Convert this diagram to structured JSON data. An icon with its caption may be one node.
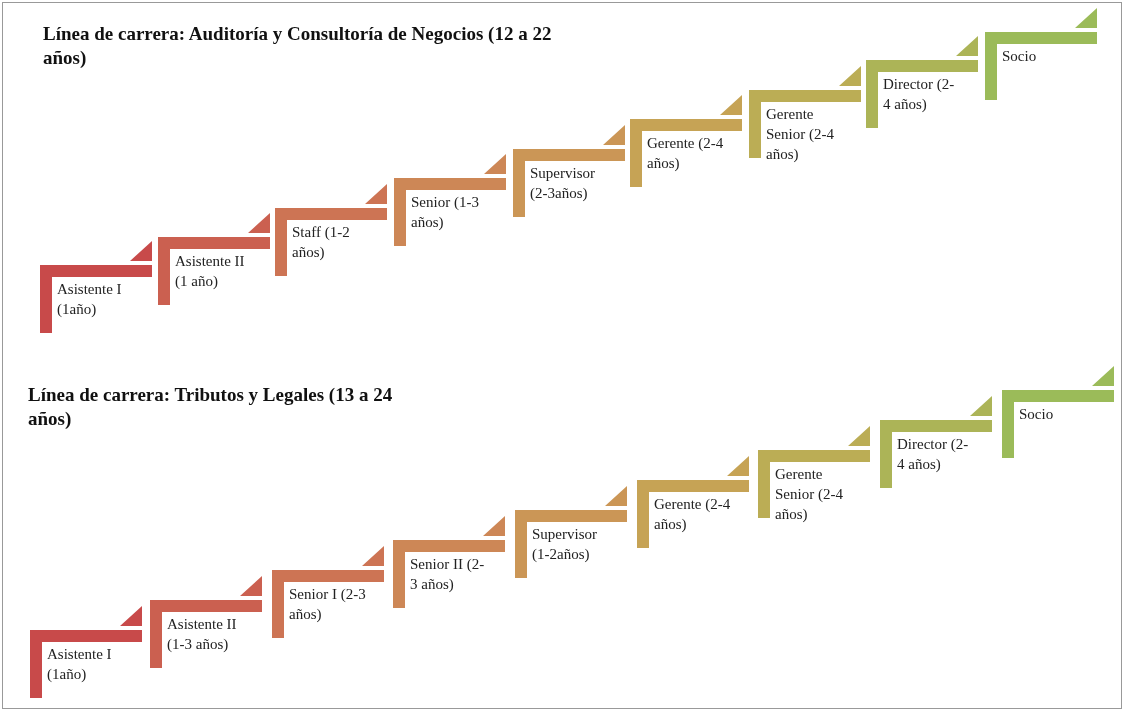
{
  "diagram": {
    "nodes": [
      {
        "text": [
          "Asistente I (1año)"
        ]
      },
      {
        "text": [
          "Asistente II (1 año)"
        ]
      },
      {
        "text": [
          "Staff (1-2 años)"
        ]
      },
      {
        "text": [
          "Senior (1-3 años)"
        ]
      },
      {
        "text": [
          "Supervisor (2-3años)"
        ]
      },
      {
        "text": [
          "Gerente (2-4 años)"
        ]
      },
      {
        "text": [
          "Gerente Senior (2-4 años)"
        ]
      },
      {
        "text": [
          "Director (2-4 años)"
        ]
      },
      {
        "text": [
          "Socio"
        ]
      },
      {
        "text": [
          "Asistente I (1año)"
        ]
      },
      {
        "text": [
          "Asistente II (1-3 años)"
        ]
      },
      {
        "text": [
          "Senior I (2-3 años)"
        ]
      },
      {
        "text": [
          "Senior II (2-3 años)"
        ]
      },
      {
        "text": [
          "Supervisor (1-2años)"
        ]
      },
      {
        "text": [
          "Gerente (2-4 años)"
        ]
      },
      {
        "text": [
          "Gerente Senior (2-4 años)"
        ]
      },
      {
        "text": [
          "Director (2-4 años)"
        ]
      },
      {
        "text": [
          "Socio"
        ]
      }
    ],
    "labels": [
      "Línea de carrera: Auditoría y Consultoría de Negocios (12 a 22 años)",
      "Línea de carrera: Tributos y Legales (13 a 24 años)"
    ]
  }
}
